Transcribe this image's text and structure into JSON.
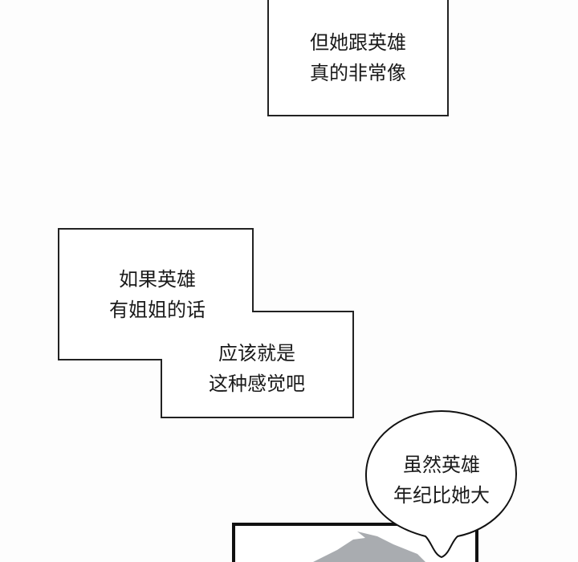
{
  "captions": [
    {
      "lines": [
        "但她跟英雄",
        "真的非常像"
      ]
    },
    {
      "lines": [
        "如果英雄",
        "有姐姐的话"
      ]
    },
    {
      "lines": [
        "应该就是",
        "这种感觉吧"
      ]
    }
  ],
  "speech_bubble": {
    "lines": [
      "虽然英雄",
      "年纪比她大"
    ]
  },
  "colors": {
    "background": "#fdfdfd",
    "ink": "#1a1a1a",
    "hair": "#a9acb0"
  }
}
